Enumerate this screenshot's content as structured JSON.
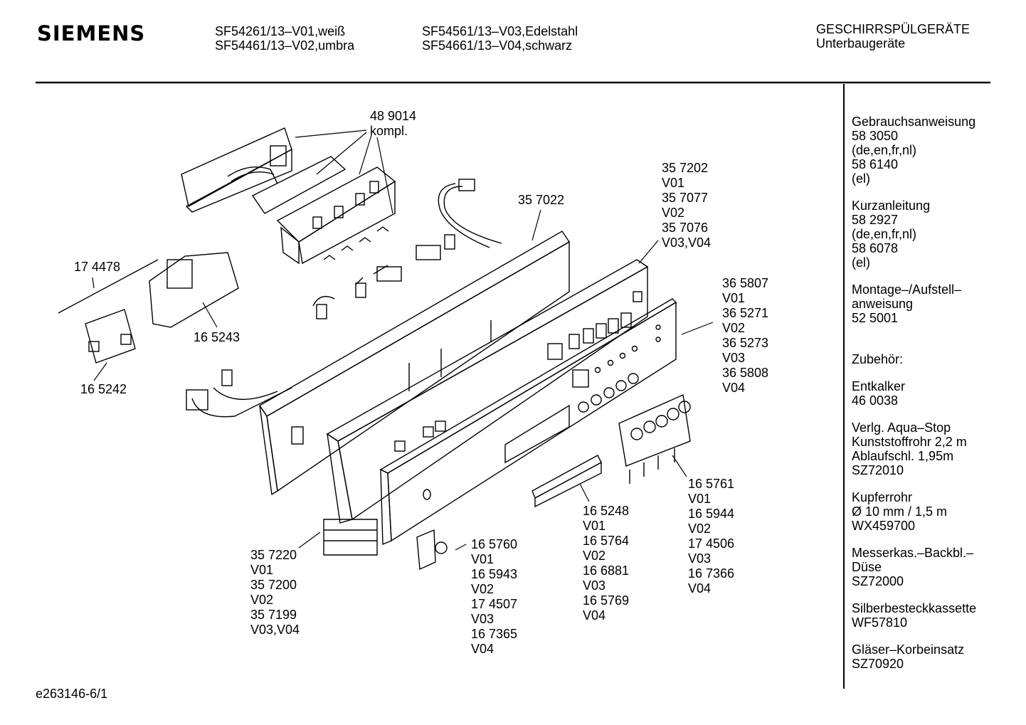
{
  "header": {
    "brand": "SIEMENS",
    "models_col1": [
      "SF54261/13–V01,weiß",
      "SF54461/13–V02,umbra"
    ],
    "models_col2": [
      "SF54561/13–V03,Edelstahl",
      "SF54661/13–V04,schwarz"
    ],
    "category": [
      "GESCHIRRSPÜLGERÄTE",
      "Unterbaugeräte"
    ]
  },
  "labels": {
    "p489014": [
      "48 9014",
      "kompl."
    ],
    "p357022": [
      "35 7022"
    ],
    "p357202": [
      "35 7202",
      "V01",
      "35 7077",
      "V02",
      "35 7076",
      "V03,V04"
    ],
    "p174478": [
      "17 4478"
    ],
    "p165243": [
      "16 5243"
    ],
    "p165242": [
      "16 5242"
    ],
    "p365807": [
      "36 5807",
      "V01",
      "36 5271",
      "V02",
      "36 5273",
      "V03",
      "36 5808",
      "V04"
    ],
    "p165761": [
      "16 5761",
      "V01",
      "16 5944",
      "V02",
      "17 4506",
      "V03",
      "16 7366",
      "V04"
    ],
    "p165248": [
      "16 5248",
      "V01",
      "16 5764",
      "V02",
      "16 6881",
      "V03",
      "16 5769",
      "V04"
    ],
    "p165760": [
      "16 5760",
      "V01",
      "16 5943",
      "V02",
      "17 4507",
      "V03",
      "16 7365",
      "V04"
    ],
    "p357220": [
      "35 7220",
      "V01",
      "35 7200",
      "V02",
      "35 7199",
      "V03,V04"
    ]
  },
  "sidebar": [
    [
      "Gebrauchsanweisung",
      "58 3050",
      "(de,en,fr,nl)",
      "58 6140",
      "(el)"
    ],
    [
      "Kurzanleitung",
      "58 2927",
      "(de,en,fr,nl)",
      "58 6078",
      "(el)"
    ],
    [
      "Montage–/Aufstell–",
      "anweisung",
      "52 5001"
    ],
    [
      "",
      "Zubehör:"
    ],
    [
      "Entkalker",
      "46 0038"
    ],
    [
      "Verlg. Aqua–Stop",
      "Kunststoffrohr 2,2 m",
      "Ablaufschl. 1,95m",
      "SZ72010"
    ],
    [
      "Kupferrohr",
      "Ø 10 mm / 1,5 m",
      "WX459700"
    ],
    [
      "Messerkas.–Backbl.–",
      "Düse",
      "SZ72000"
    ],
    [
      "Silberbesteckkassette",
      "WF57810"
    ],
    [
      "Gläser–Korbeinsatz",
      "SZ70920"
    ]
  ],
  "footer": {
    "code": "e263146-6/1"
  }
}
